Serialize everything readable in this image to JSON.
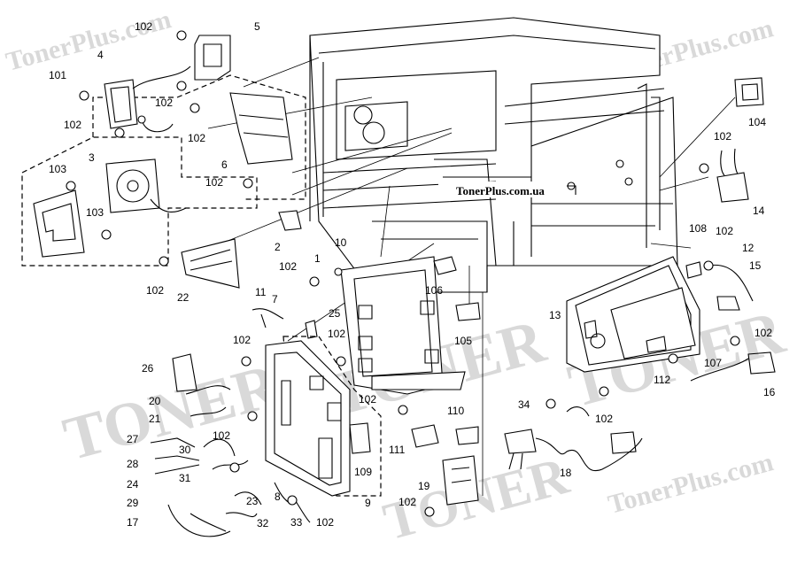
{
  "caption": "TonerPlus.com.ua",
  "watermarks": [
    "TonerPlus.com",
    "TONER",
    "TonerPlus.com",
    "TonerPlus.com",
    "TONER",
    "TONER",
    "TONER"
  ],
  "callouts": [
    "102",
    "5",
    "4",
    "101",
    "102",
    "102",
    "102",
    "102",
    "6",
    "3",
    "103",
    "103",
    "102",
    "2",
    "22",
    "102",
    "1",
    "10",
    "106",
    "11",
    "7",
    "25",
    "102",
    "105",
    "26",
    "20",
    "21",
    "27",
    "28",
    "24",
    "29",
    "30",
    "31",
    "102",
    "102",
    "102",
    "109",
    "110",
    "111",
    "19",
    "9",
    "23",
    "32",
    "8",
    "33",
    "102",
    "102",
    "17",
    "104",
    "102",
    "14",
    "108",
    "102",
    "12",
    "15",
    "13",
    "102",
    "107",
    "112",
    "34",
    "102",
    "16",
    "18"
  ]
}
